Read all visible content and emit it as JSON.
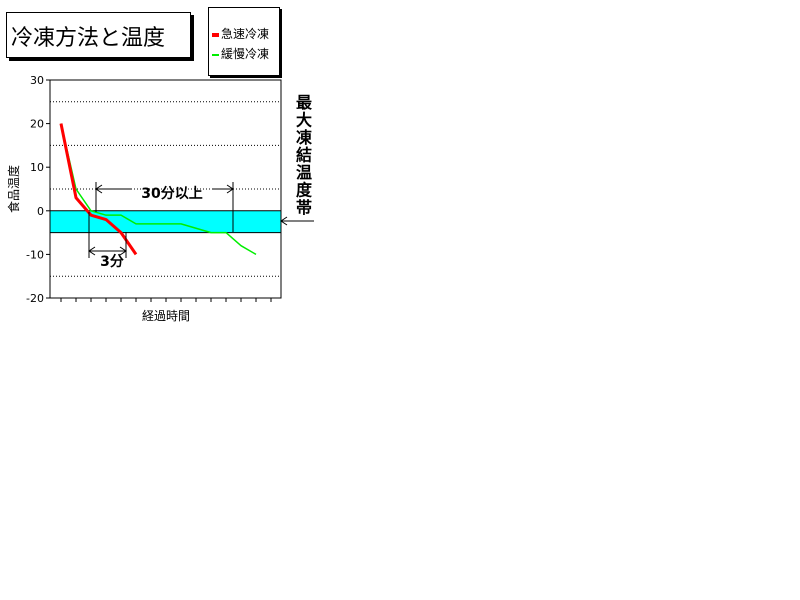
{
  "title": "冷凍方法と温度",
  "legend": [
    {
      "label": "急速冷凍",
      "color": "#ff0000"
    },
    {
      "label": "緩慢冷凍",
      "color": "#00ee00"
    }
  ],
  "band_label": "最大凍結温度帯",
  "annotations": {
    "slow_duration": "30分以上",
    "fast_duration": "3分"
  },
  "chart_data": {
    "type": "line",
    "xlabel": "経過時間",
    "ylabel": "食品温度",
    "ylim": [
      -20,
      30
    ],
    "yticks": [
      "30",
      "20",
      "10",
      "0",
      "-10",
      "-20"
    ],
    "x_tick_count": 15,
    "grid": "horizontal dotted",
    "band": {
      "from": -5,
      "to": 0,
      "color": "#00ffff"
    },
    "series": [
      {
        "name": "急速冷凍",
        "color": "#ff0000",
        "x": [
          0,
          1,
          2,
          3,
          4,
          5,
          6
        ],
        "y": [
          20,
          3,
          -1,
          -2,
          -5,
          -10,
          null
        ]
      },
      {
        "name": "緩慢冷凍",
        "color": "#00ee00",
        "x": [
          0,
          1,
          2,
          3,
          4,
          5,
          6,
          7,
          8,
          9,
          10,
          11,
          12,
          13,
          14
        ],
        "y": [
          20,
          5,
          0,
          -1,
          -1,
          -3,
          -3,
          -3,
          -3,
          -4,
          -5,
          -5,
          -8,
          -10,
          null
        ]
      }
    ]
  }
}
